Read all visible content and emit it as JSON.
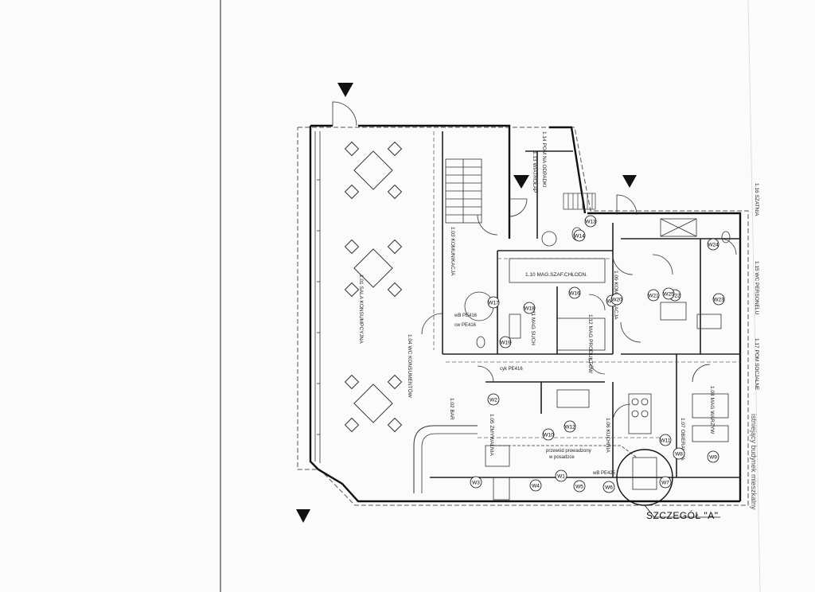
{
  "detail_label": "SZCZEGÓŁ \"A\"",
  "side_note": "istniejący budynek mieszkalny",
  "rooms": [
    {
      "id": "r101",
      "text": "1.01 SALA KONSUMPCYJNA"
    },
    {
      "id": "r102",
      "text": "1.02 BAR"
    },
    {
      "id": "r103",
      "text": "1.03 KOMUNIKACJA"
    },
    {
      "id": "r104",
      "text": "1.04 WC KONSUMENTÓW"
    },
    {
      "id": "r105",
      "text": "1.05 ZMYWALNIA"
    },
    {
      "id": "r106",
      "text": "1.06 KUCHNIA"
    },
    {
      "id": "r107",
      "text": "1.07 OBIERALNIA"
    },
    {
      "id": "r108",
      "text": "1.08 MAG WARZYW"
    },
    {
      "id": "r109",
      "text": "1.09 KOMUNIKACJA"
    },
    {
      "id": "r110",
      "text": "1.10 MAG.SZAF.CHŁODN."
    },
    {
      "id": "r111",
      "text": "1.11 MAG SUCH"
    },
    {
      "id": "r112",
      "text": "1.12 MAG PRODUKTÓW"
    },
    {
      "id": "r113",
      "text": "1.13 WIATROŁAP"
    },
    {
      "id": "r114",
      "text": "1.14 POM NA ODPADKI"
    },
    {
      "id": "r115",
      "text": "1.15 WC PERSONELU"
    },
    {
      "id": "r116",
      "text": "1.16 SZATNIA"
    },
    {
      "id": "r117",
      "text": "1.17 POM SOCJALNE"
    }
  ],
  "wall_tags": [
    "W1",
    "W2",
    "W3",
    "W4",
    "W5",
    "W6",
    "W7",
    "W8",
    "W9",
    "W10",
    "W11",
    "W12",
    "W13",
    "W14",
    "W15",
    "W16",
    "W17",
    "W18",
    "W19",
    "W20",
    "W21",
    "W22",
    "W23",
    "W24",
    "W25"
  ],
  "notes": {
    "pipe_note_1": "przewód prowadzony",
    "pipe_note_2": "w posadzce",
    "wb_1": "wB PE416",
    "wb_2": "cw PE416",
    "wb_3": "wB PE425",
    "wb_4": "cyk PE416"
  },
  "legend_colors": {
    "ink": "#111111",
    "dash": "#555555",
    "paper": "#fbfbfb"
  }
}
